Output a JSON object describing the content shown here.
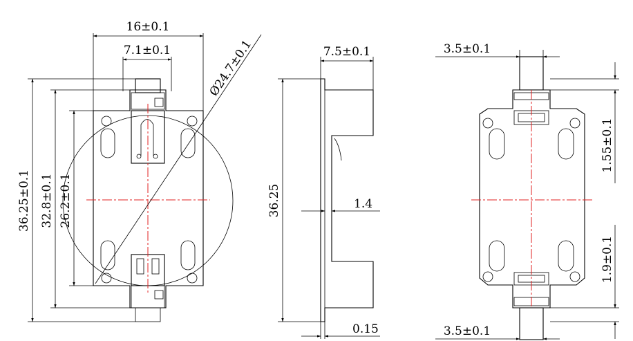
{
  "colors": {
    "outline": "#000000",
    "centerline": "#e02020",
    "background": "#ffffff"
  },
  "left_view": {
    "width_outer": "16±0.1",
    "width_inner": "7.1±0.1",
    "diameter": "Ø24.7±0.1",
    "height_total": "36.25±0.1",
    "height_mid": "32.8±0.1",
    "height_inner": "26.2±0.1"
  },
  "side_view": {
    "depth": "7.5±0.1",
    "height": "36.25",
    "wall": "1.4",
    "base": "0.15"
  },
  "right_view": {
    "top_width": "3.5±0.1",
    "bottom_width": "3.5±0.1",
    "top_offset": "1.55±0.1",
    "bottom_offset": "1.9±0.1"
  }
}
